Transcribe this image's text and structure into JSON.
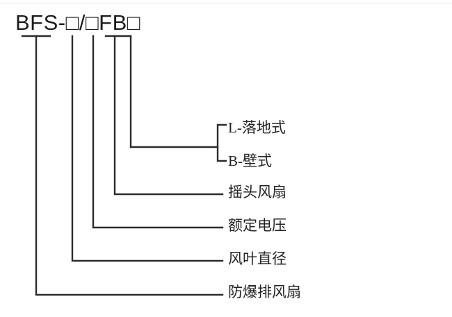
{
  "diagram": {
    "title": "BFS-□/□FB□",
    "model_code": "BFS-□/□FB□",
    "line_color": "#2b2b2b",
    "text_color": "#232323",
    "background": "#ffffff",
    "top_rule_color": "#e8e8ec",
    "labels": {
      "floor_type": "L-落地式",
      "wall_type": "B-壁式",
      "oscillating_fan": "摇头风扇",
      "rated_voltage": "额定电压",
      "blade_diameter": "风叶直径",
      "explosion_proof_exhaust_fan": "防爆排风扇"
    },
    "legend_items": [
      {
        "key": "floor_type",
        "text": "L-落地式"
      },
      {
        "key": "wall_type",
        "text": "B-壁式"
      },
      {
        "key": "oscillating_fan",
        "text": "摇头风扇"
      },
      {
        "key": "rated_voltage",
        "text": "额定电压"
      },
      {
        "key": "blade_diameter",
        "text": "风叶直径"
      },
      {
        "key": "explosion_proof_exhaust_fan",
        "text": "防爆排风扇"
      }
    ]
  }
}
